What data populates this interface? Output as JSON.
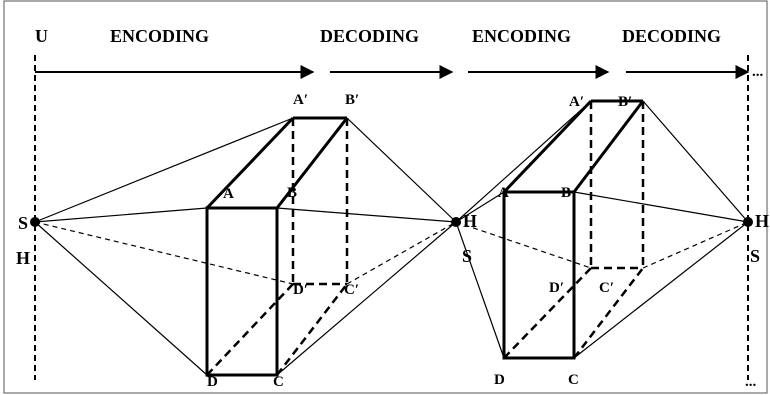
{
  "header": {
    "u": "U",
    "encoding_1": "ENCODING",
    "decoding_1": "DECODING",
    "encoding_2": "ENCODING",
    "decoding_2": "DECODING",
    "trailing_dots": "..."
  },
  "left_edge": {
    "s": "S",
    "h": "H"
  },
  "middle_node": {
    "h": "H",
    "s": "S"
  },
  "right_edge": {
    "h": "H",
    "s": "S",
    "bottom_dots": "..."
  },
  "box_1": {
    "a_prime": "A′",
    "b_prime": "B′",
    "a": "A",
    "b": "B",
    "d_prime": "D′",
    "c_prime": "C′",
    "d": "D",
    "c": "C"
  },
  "box_2": {
    "a_prime": "A′",
    "b_prime": "B′",
    "a": "A",
    "b": "B",
    "d_prime": "D′",
    "c_prime": "C′",
    "d": "D",
    "c": "C"
  },
  "colors": {
    "stroke": "#000000",
    "background": "#ffffff",
    "frame": "#555555"
  }
}
